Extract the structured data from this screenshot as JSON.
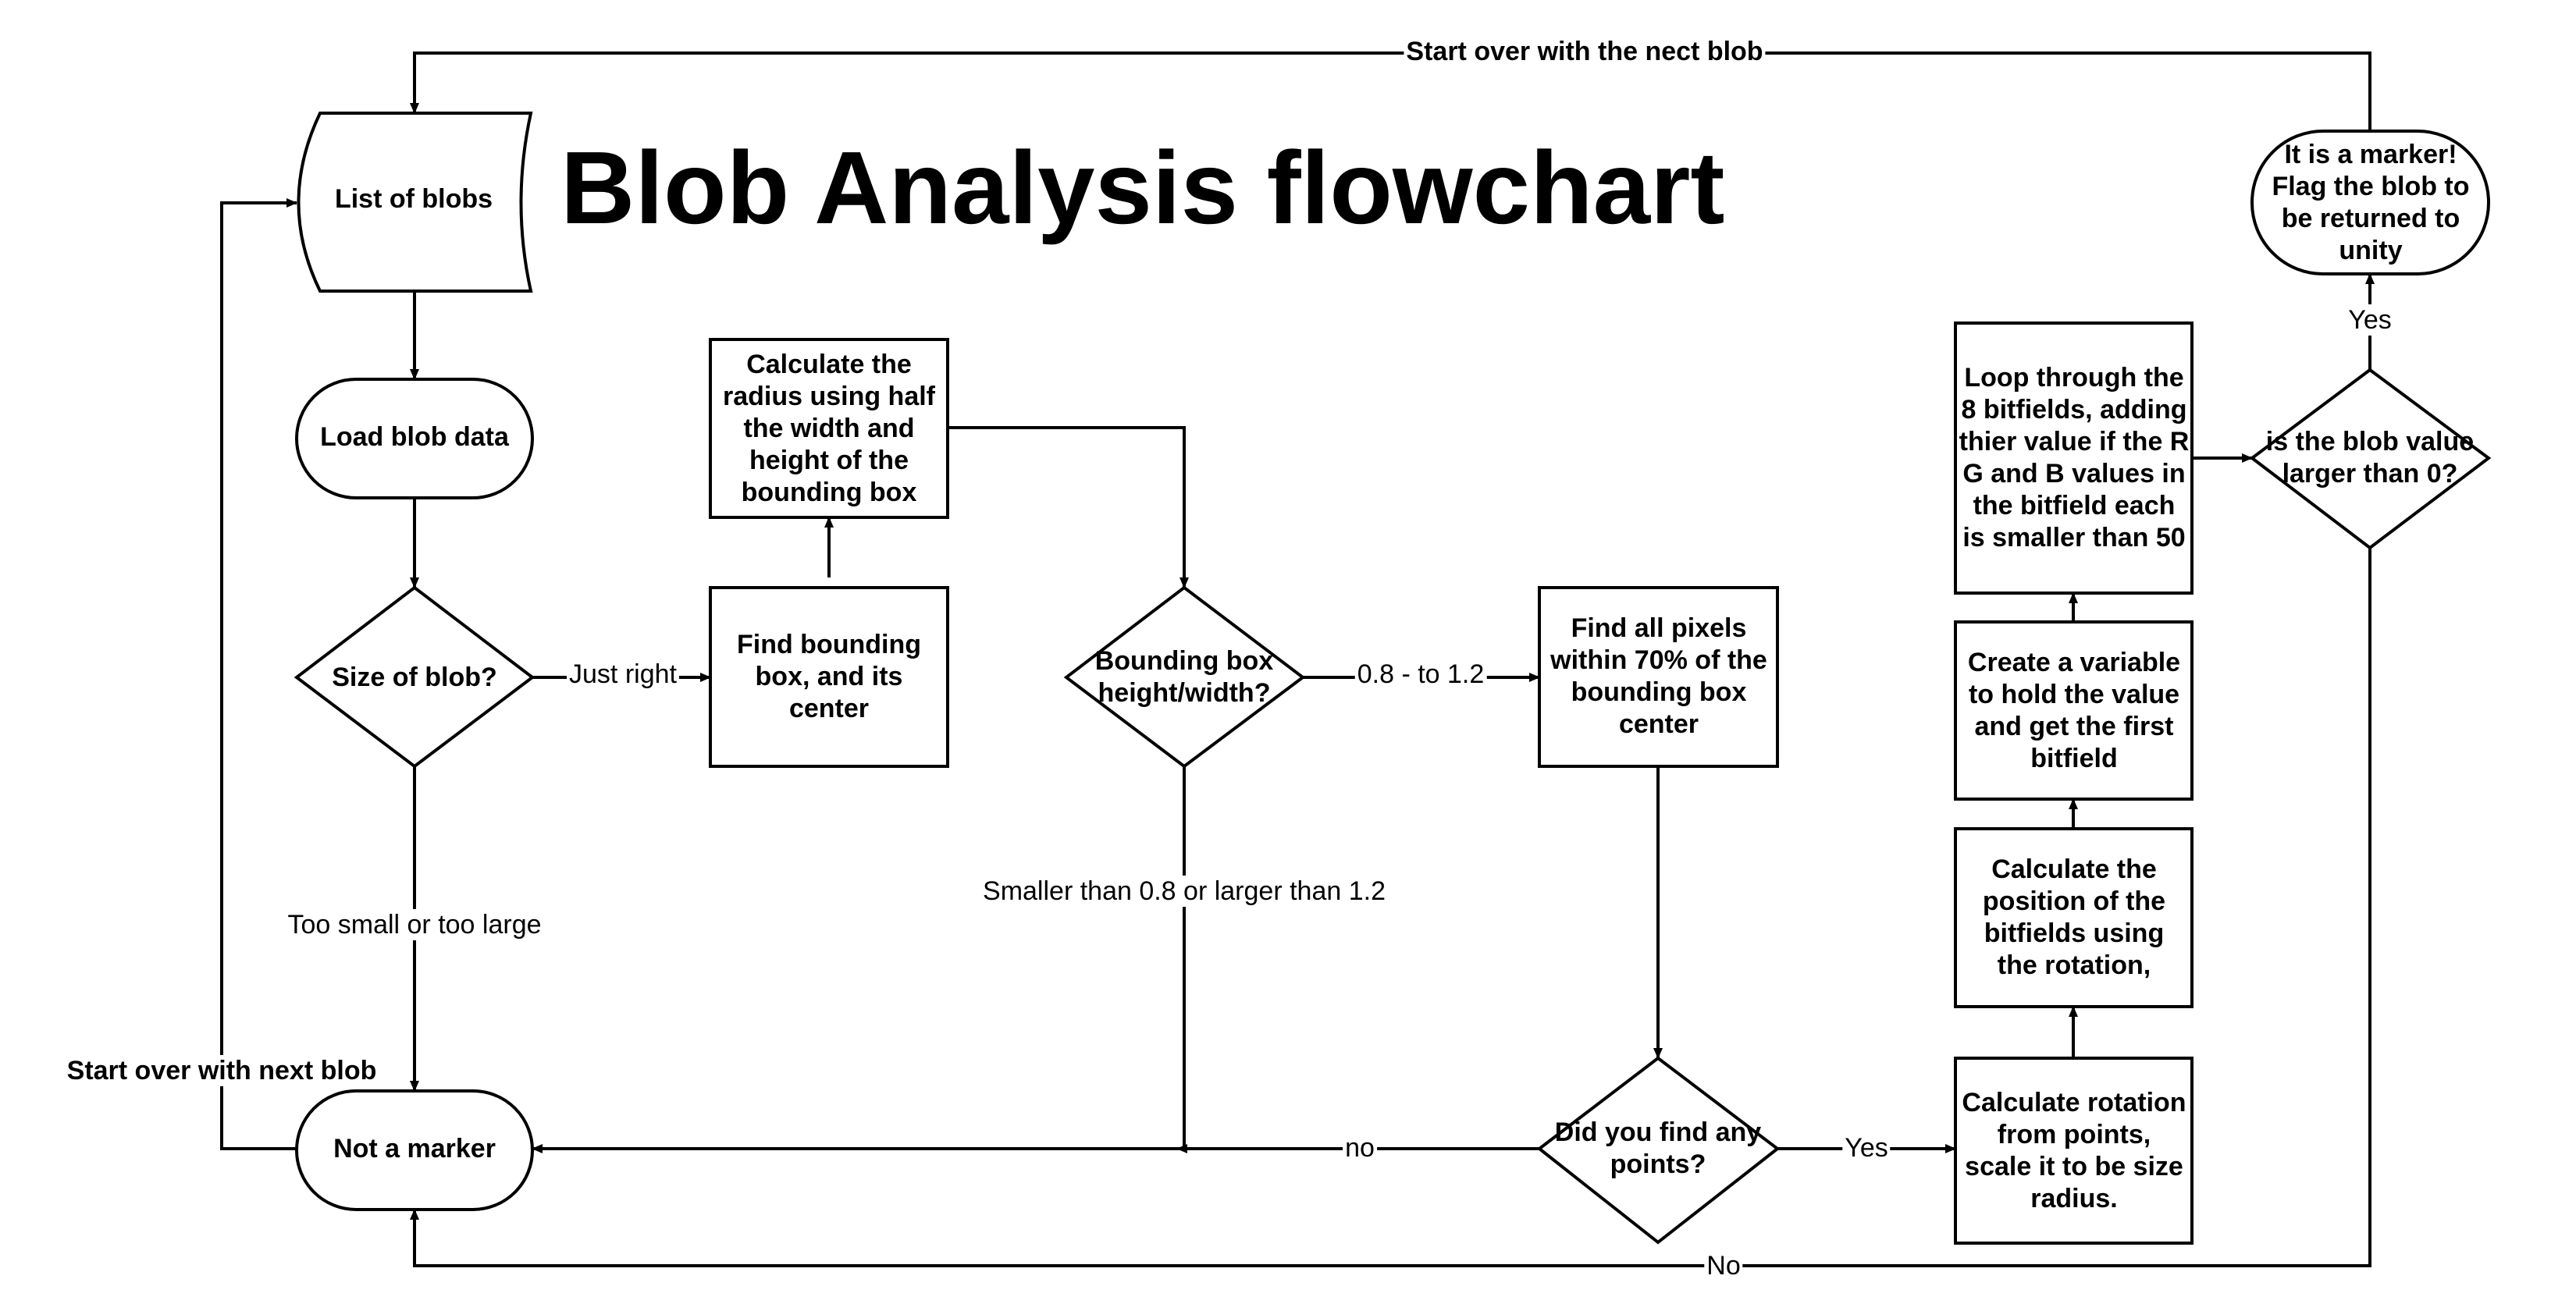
{
  "title": "Blob Analysis flowchart",
  "nodes": {
    "list_of_blobs": "List of blobs",
    "load_blob_data": "Load blob data",
    "size_of_blob": "Size of blob?",
    "find_bounding_box": "Find bounding box, and its center",
    "calculate_radius": "Calculate the radius using half the width and height of the bounding box",
    "bounding_box_ratio": "Bounding box height/width?",
    "find_all_pixels": "Find all pixels within 70% of the bounding box center",
    "did_you_find_points": "Did you find any points?",
    "calculate_rotation": "Calculate rotation from points, scale it to be size radius.",
    "calculate_position": "Calculate the position of the bitfields using the rotation,",
    "create_variable": "Create a variable to hold the value and get the first bitfield",
    "loop_bitfields": "Loop through the 8 bitfields, adding thier value if the R G and B values in the bitfield each is smaller than 50",
    "blob_value_check": "is the blob value larger than 0?",
    "is_marker": "It is a marker! Flag the blob to be returned to unity",
    "not_a_marker": "Not a marker"
  },
  "edge_labels": {
    "start_over_top": "Start over with the nect blob",
    "start_over_left": "Start over with next blob",
    "just_right": "Just right",
    "too_small_or_large": "Too small or too large",
    "ratio_ok": "0.8 - to 1.2",
    "ratio_bad": "Smaller than 0.8 or larger than 1.2",
    "no_points": "no",
    "yes_points": "Yes",
    "yes_marker": "Yes",
    "no_value": "No"
  }
}
